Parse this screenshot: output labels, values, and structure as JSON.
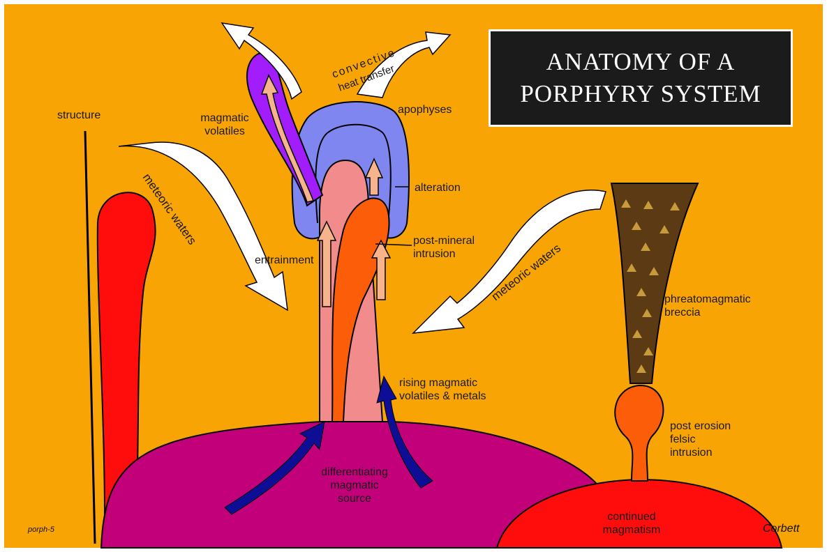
{
  "title": {
    "line1": "ANATOMY OF A",
    "line2": "PORPHYRY SYSTEM"
  },
  "labels": {
    "structure": "structure",
    "meteoric_waters_left": "meteoric waters",
    "meteoric_waters_right": "meteoric waters",
    "magmatic_volatiles_1": "magmatic",
    "magmatic_volatiles_2": "volatiles",
    "convective_1": "convective",
    "convective_2": "heat transfer",
    "apophyses": "apophyses",
    "alteration": "alteration",
    "post_mineral_1": "post-mineral",
    "post_mineral_2": "intrusion",
    "entrainment": "entrainment",
    "rising_1": "rising magmatic",
    "rising_2": "volatiles & metals",
    "differentiating_1": "differentiating",
    "differentiating_2": "magmatic",
    "differentiating_3": "source",
    "phreato_1": "phreatomagmatic",
    "phreato_2": "breccia",
    "post_erosion_1": "post erosion",
    "post_erosion_2": "felsic",
    "post_erosion_3": "intrusion",
    "continued_1": "continued",
    "continued_2": "magmatism",
    "slide_id": "porph-5",
    "author": "Corbett"
  },
  "colors": {
    "background": "#f9a405",
    "magma_source": "#c2007a",
    "red_intrusion": "#ff0d0d",
    "alteration_blue": "#7f86f0",
    "pink_stock": "#f28b8b",
    "post_mineral_orange": "#fb5d08",
    "volatiles_purple": "#a21dfc",
    "breccia_brown": "#5b3a14",
    "deep_blue_arrow": "#0d0d96",
    "peach_arrow": "#f6b38c"
  }
}
